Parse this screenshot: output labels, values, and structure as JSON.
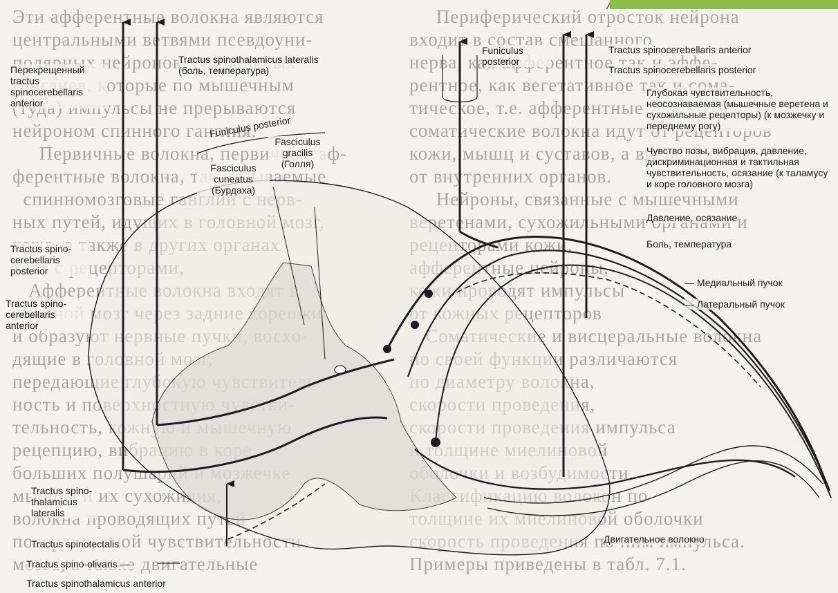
{
  "background_text": {
    "left": [
      "Эти афферентные волокна являются",
      "центральными ветвями псевдоуни-",
      "полярных нейронов  спинальных",
      "ганглиев, которые по мышечным",
      "(туда) импульсы не прерываются",
      "нейроном спинного ганглия.",
      "     Первичные волокна, первичные аф-",
      "ферентные волокна, так называемые",
      "  спинномозговые ганглии с нерв-",
      "ных путей, идущих в головной мозг,",
      "кожа, а также в других органах",
      "тела с рецепторами,",
      "   Афферентные волокна входят в",
      "спинной мозг через задние корешки",
      "и образуют нервные пучки, восхо-",
      "дящие в головной мозг,",
      "передающие глубокую чувствитель-",
      "ность и поверхностную чувстви-",
      "тельность, кожную и мышечную",
      "рецепцию, вибрацию в коре",
      "больших полушарий и мозжечке",
      "мышцы и их сухожилия,",
      "волокна проводящих путей",
      "поверхностной чувствительности",
      "мозга, а также двигательные"
    ],
    "right": [
      "     Периферический отросток нейрона",
      "входит в состав смешанного",
      "нерва, как афферентное так и эффе-",
      "рентное, как вегетативное так и сома-",
      "тическое, т.е. афферентные",
      "соматические волокна идут от рецепторов",
      "кожи, мышц и суставов, а висцеральные",
      "от внутренних органов.",
      "     Нейроны, связанные с мышечными",
      "веретенами, сухожильными органами и",
      "рецепторами кожи,",
      "афферентные нейроны,",
      "кожи проводят импульсы",
      "от кожных рецепторов",
      "   Соматические и висцеральные волокна",
      "по своей функции различаются",
      "по диаметру волокна,",
      "скорости проведения,",
      "скорости проведения импульса",
      "и толщине миелиновой",
      "оболочки и возбудимости.",
      "Классификацию волокон по",
      "толщине их миелиновой оболочки",
      "скорость проведения по ним импульса.",
      "Примеры приведены в табл. 7.1."
    ]
  },
  "diagram": {
    "labels": {
      "crossed_tract": "Перекрещенный tractus spinocerebellaris anterior",
      "tractus_spinothalamicus_lateralis": "Tractus spinothalamicus lateralis (боль, температура)",
      "funiculus_posterior_top": "Funiculus posterior",
      "funiculus_posterior_arc": "Funiculus posterior",
      "fasciculus_cuneatus": "Fasciculus cuneatus (Бурдаха)",
      "fasciculus_gracilis": "Fasciculus gracilis (Голля)",
      "tractus_spinocerebellaris_anterior_right": "Tractus spinocerebellaris anterior",
      "tractus_spinocerebellaris_posterior_right": "Tractus spinocerebellaris posterior",
      "deep_sensitivity": "Глубокая чувствительность, неосознаваемая (мышечные веретена и сухожильные рецепторы) (к мозжечку и переднему рогу)",
      "position_sense": "Чувство позы, вибрация, давление, дискриминационная и тактильная чувствительность, осязание (к таламусу и коре головного мозга)",
      "pressure_touch": "Давление, осязание",
      "pain_temperature": "Боль, температура",
      "medial_bundle": "— Медиальный пучок",
      "lateral_bundle": "— Латеральный пучок",
      "tractus_spinocerebellaris_posterior_left": "Tractus spino-cerebellaris posterior",
      "tractus_spinocerebellaris_anterior_left": "Tractus spino-cerebellaris anterior",
      "tractus_spinothalamicus_lateralis_bottom": "Tractus spino-thalamicus lateralis",
      "tractus_spinotectalis": "Tractus spinotectalis",
      "tractus_spinoolivaris": "Tractus spino-olivaris —",
      "tractus_spinothalamicus_anterior": "Tractus spinothalamicus anterior",
      "motor_fiber": "Двигательное волокно"
    }
  },
  "colors": {
    "paper": "#f3f2ee",
    "ink": "#1d1d1d",
    "faded_text": "#a9a7a2",
    "accent": "#8cbf4a"
  }
}
